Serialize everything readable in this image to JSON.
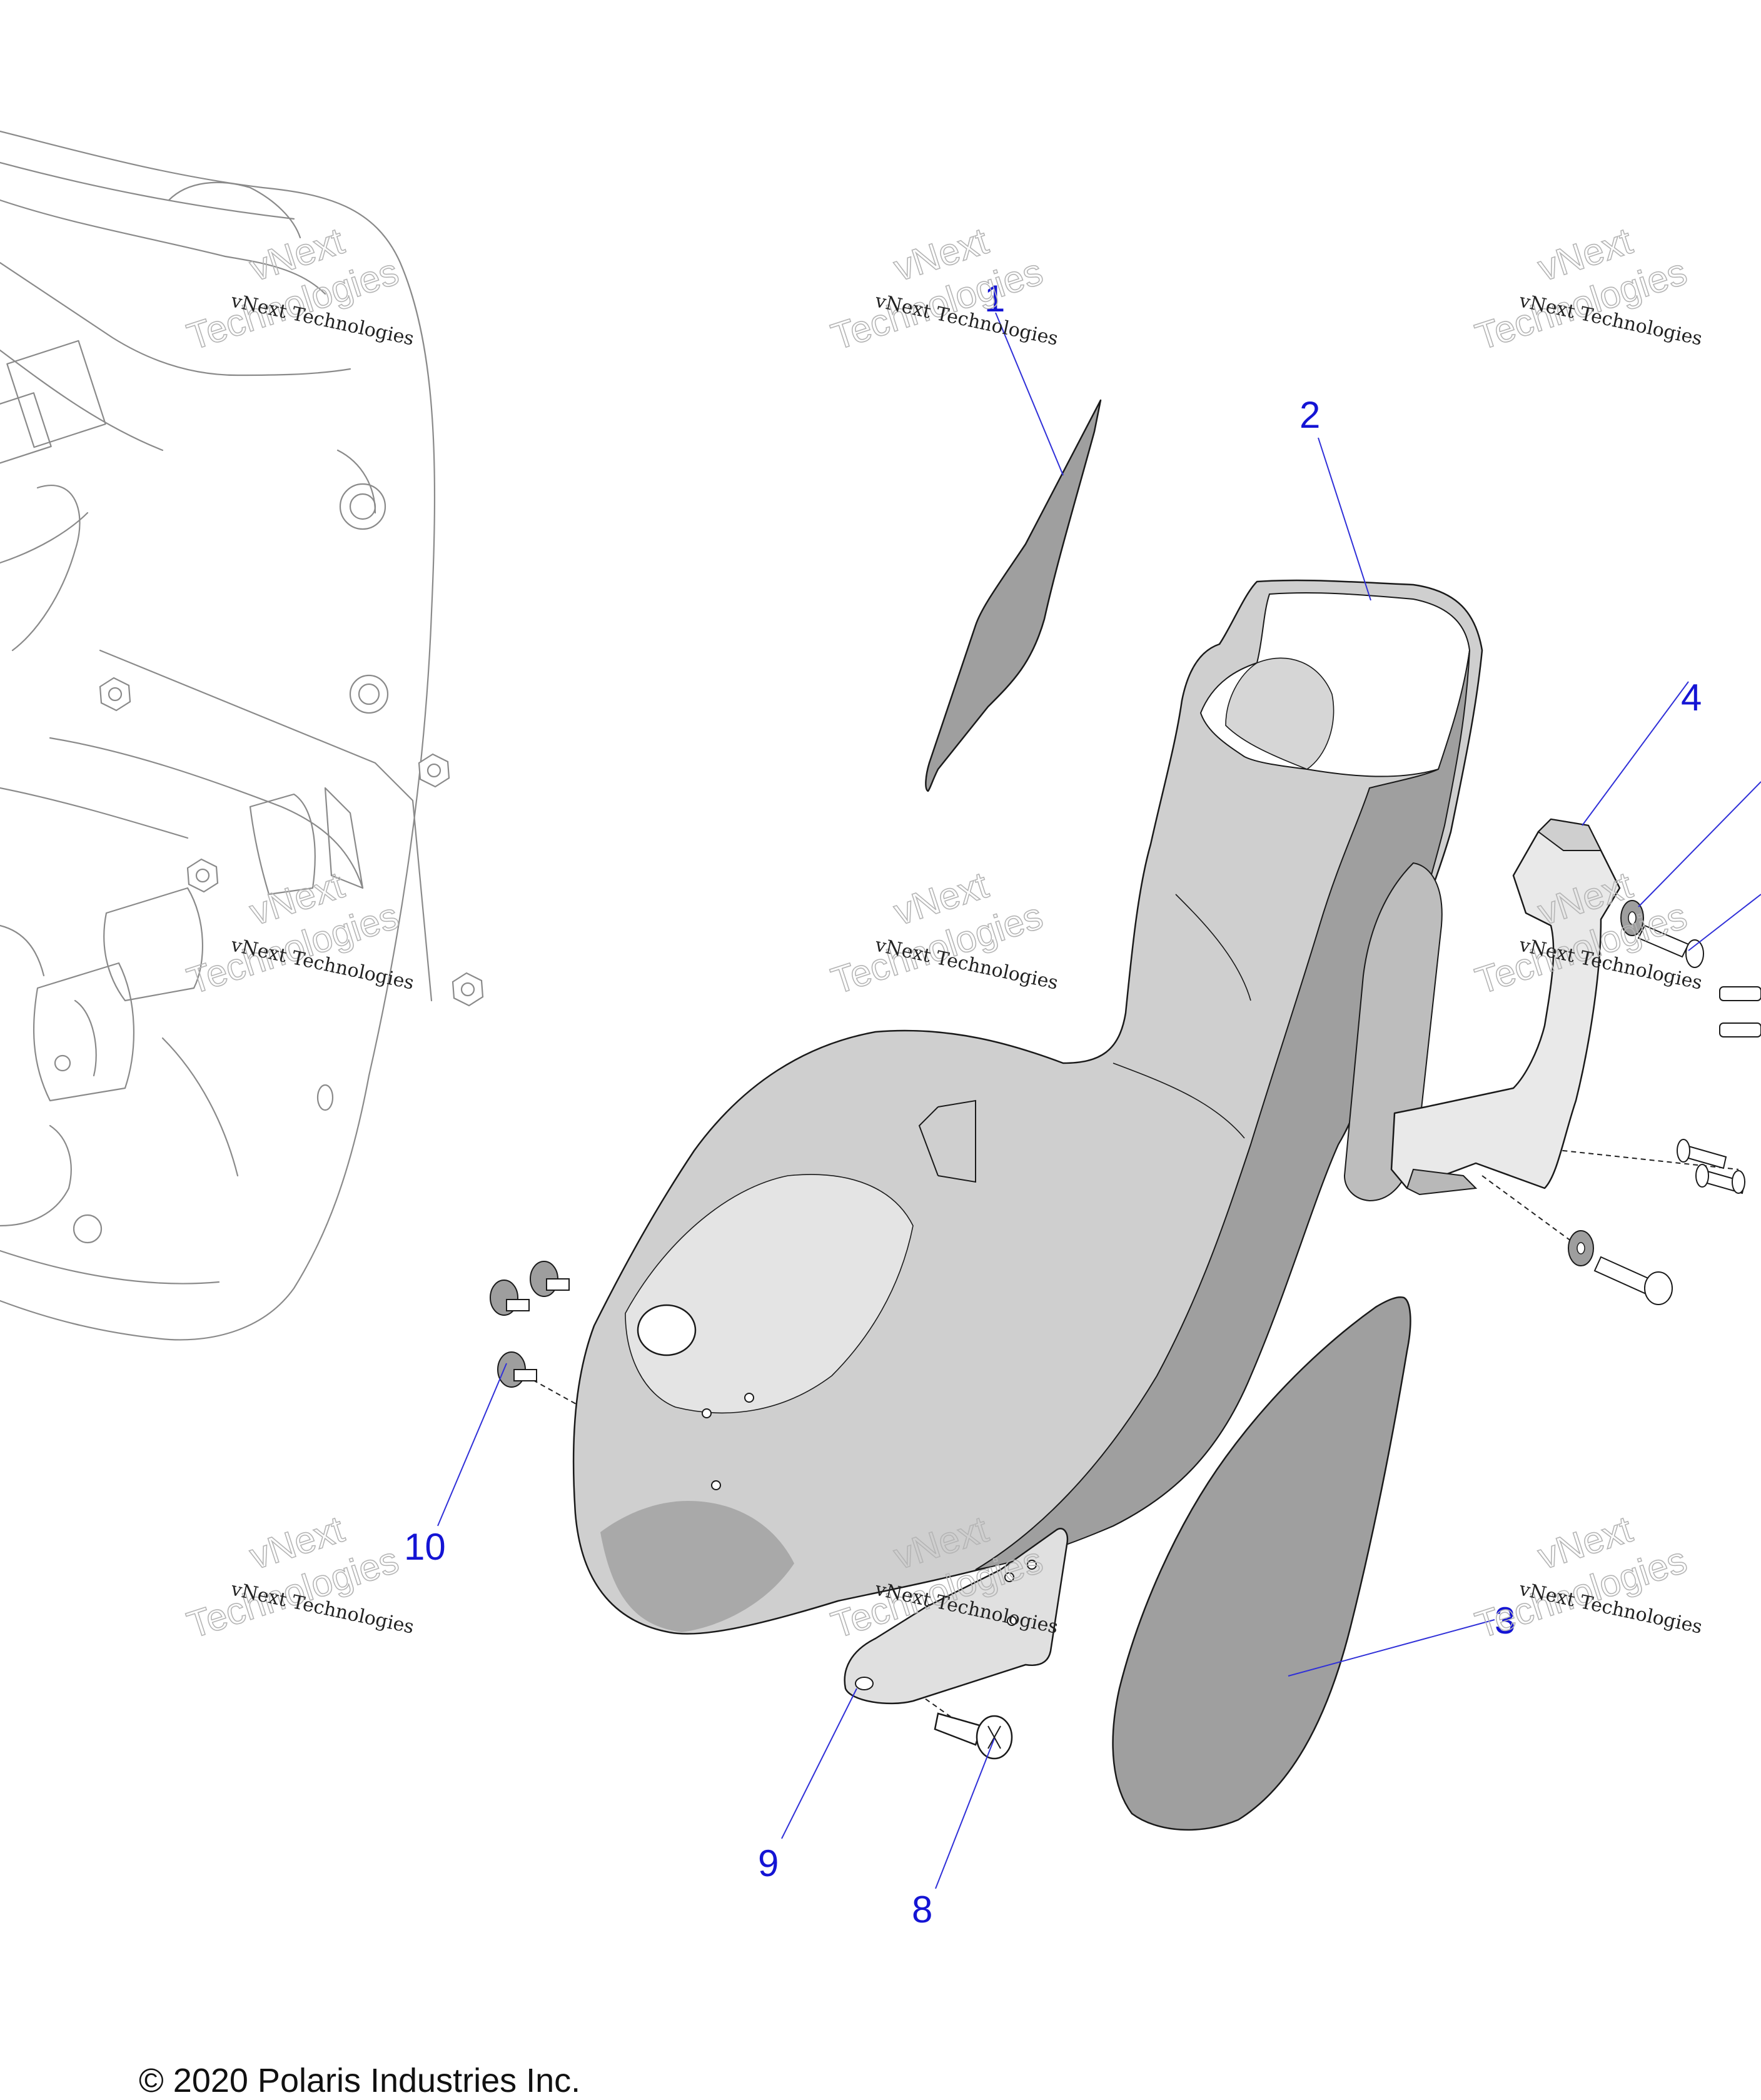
{
  "diagram": {
    "callouts": [
      {
        "id": "1",
        "label": "1"
      },
      {
        "id": "2",
        "label": "2"
      },
      {
        "id": "3",
        "label": "3"
      },
      {
        "id": "4",
        "label": "4"
      },
      {
        "id": "8",
        "label": "8"
      },
      {
        "id": "9",
        "label": "9"
      },
      {
        "id": "10",
        "label": "10"
      }
    ],
    "callout_color": "#1414d4"
  },
  "watermark": {
    "line1": "vNext Technologies",
    "big_top": "vNext",
    "big_bottom": "Technologies"
  },
  "footer": {
    "copyright": "© 2020 Polaris Industries Inc."
  }
}
